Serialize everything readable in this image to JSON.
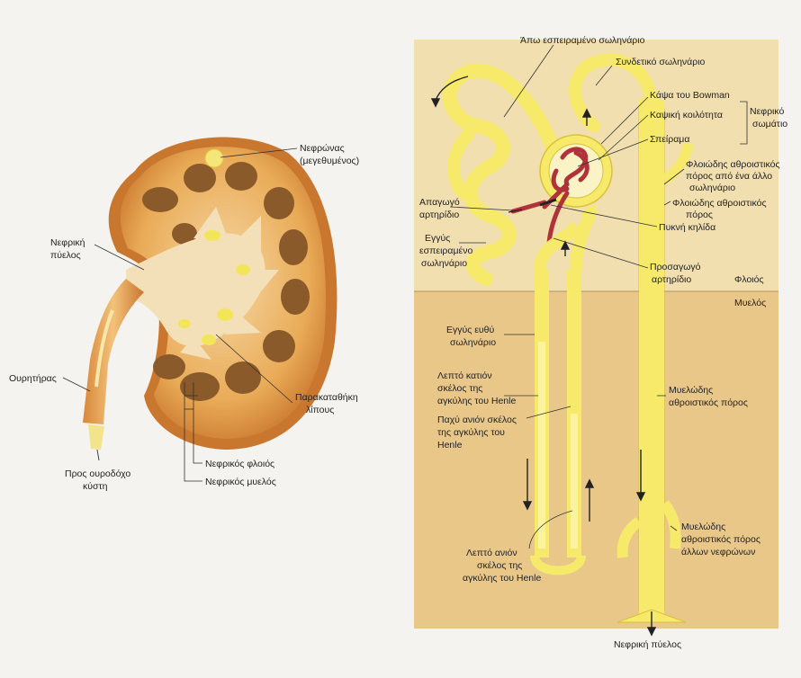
{
  "kidney_labels": {
    "nephron": "Νεφρώνας",
    "nephron_2": "(μεγεθυμένος)",
    "renal_pelvis": "Νεφρική",
    "renal_pelvis_2": "πύελος",
    "ureter": "Ουρητήρας",
    "to_bladder": "Προς ουροδόχο",
    "to_bladder_2": "κύστη",
    "perirenal_fat": "Παρακαταθήκη",
    "perirenal_fat_2": "λίπους",
    "renal_cortex": "Νεφρικός φλοιός",
    "renal_medulla": "Νεφρικός μυελός"
  },
  "nephron_labels": {
    "distal_convoluted": "Άπω εσπειραμένο σωληνάριο",
    "connecting_tubule": "Συνδετικό σωληνάριο",
    "bowman_capsule": "Κάψα του Bowman",
    "capsular_space": "Καψική κοιλότητα",
    "renal_corpuscle": "Νεφρικό",
    "renal_corpuscle_2": "σωμάτιο",
    "glomerulus": "Σπείραμα",
    "cortical_duct_other": "Φλοιώδης αθροιστικός",
    "cortical_duct_other_2": "πόρος από ένα άλλο",
    "cortical_duct_other_3": "σωληνάριο",
    "cortical_duct": "Φλοιώδης αθροιστικός",
    "cortical_duct_2": "πόρος",
    "efferent": "Απαγωγό",
    "efferent_2": "αρτηρίδιο",
    "macula_densa": "Πυκνή κηλίδα",
    "proximal_convoluted": "Εγγύς",
    "proximal_convoluted_2": "εσπειραμένο",
    "proximal_convoluted_3": "σωληνάριο",
    "afferent": "Προσαγωγό",
    "afferent_2": "αρτηρίδιο",
    "cortex": "Φλοιός",
    "medulla": "Μυελός",
    "proximal_straight": "Εγγύς ευθύ",
    "proximal_straight_2": "σωληνάριο",
    "thin_descending": "Λεπτό κατιόν",
    "thin_descending_2": "σκέλος της",
    "thin_descending_3": "αγκύλης του Henle",
    "thick_ascending": "Παχύ ανιόν σκέλος",
    "thick_ascending_2": "της αγκύλης του",
    "thick_ascending_3": "Henle",
    "medullary_duct": "Μυελώδης",
    "medullary_duct_2": "αθροιστικός πόρος",
    "medullary_duct_other": "Μυελώδης",
    "medullary_duct_other_2": "αθροιστικός πόρος",
    "medullary_duct_other_3": "άλλων νεφρώνων",
    "thin_ascending": "Λεπτό ανιόν",
    "thin_ascending_2": "σκέλος της",
    "thin_ascending_3": "αγκύλης του Henle",
    "renal_pelvis": "Νεφρική πύελος"
  },
  "colors": {
    "tubule": "#f7ea6a",
    "tubule_edge": "#d8c23a",
    "cortex_bg": "#f2dfb0",
    "medulla_bg": "#e9c789",
    "kidney_capsule": "#c9772e",
    "kidney_cortex": "#e8a94f",
    "pyramid": "#8a5a2a",
    "vessel": "#b0323a"
  }
}
